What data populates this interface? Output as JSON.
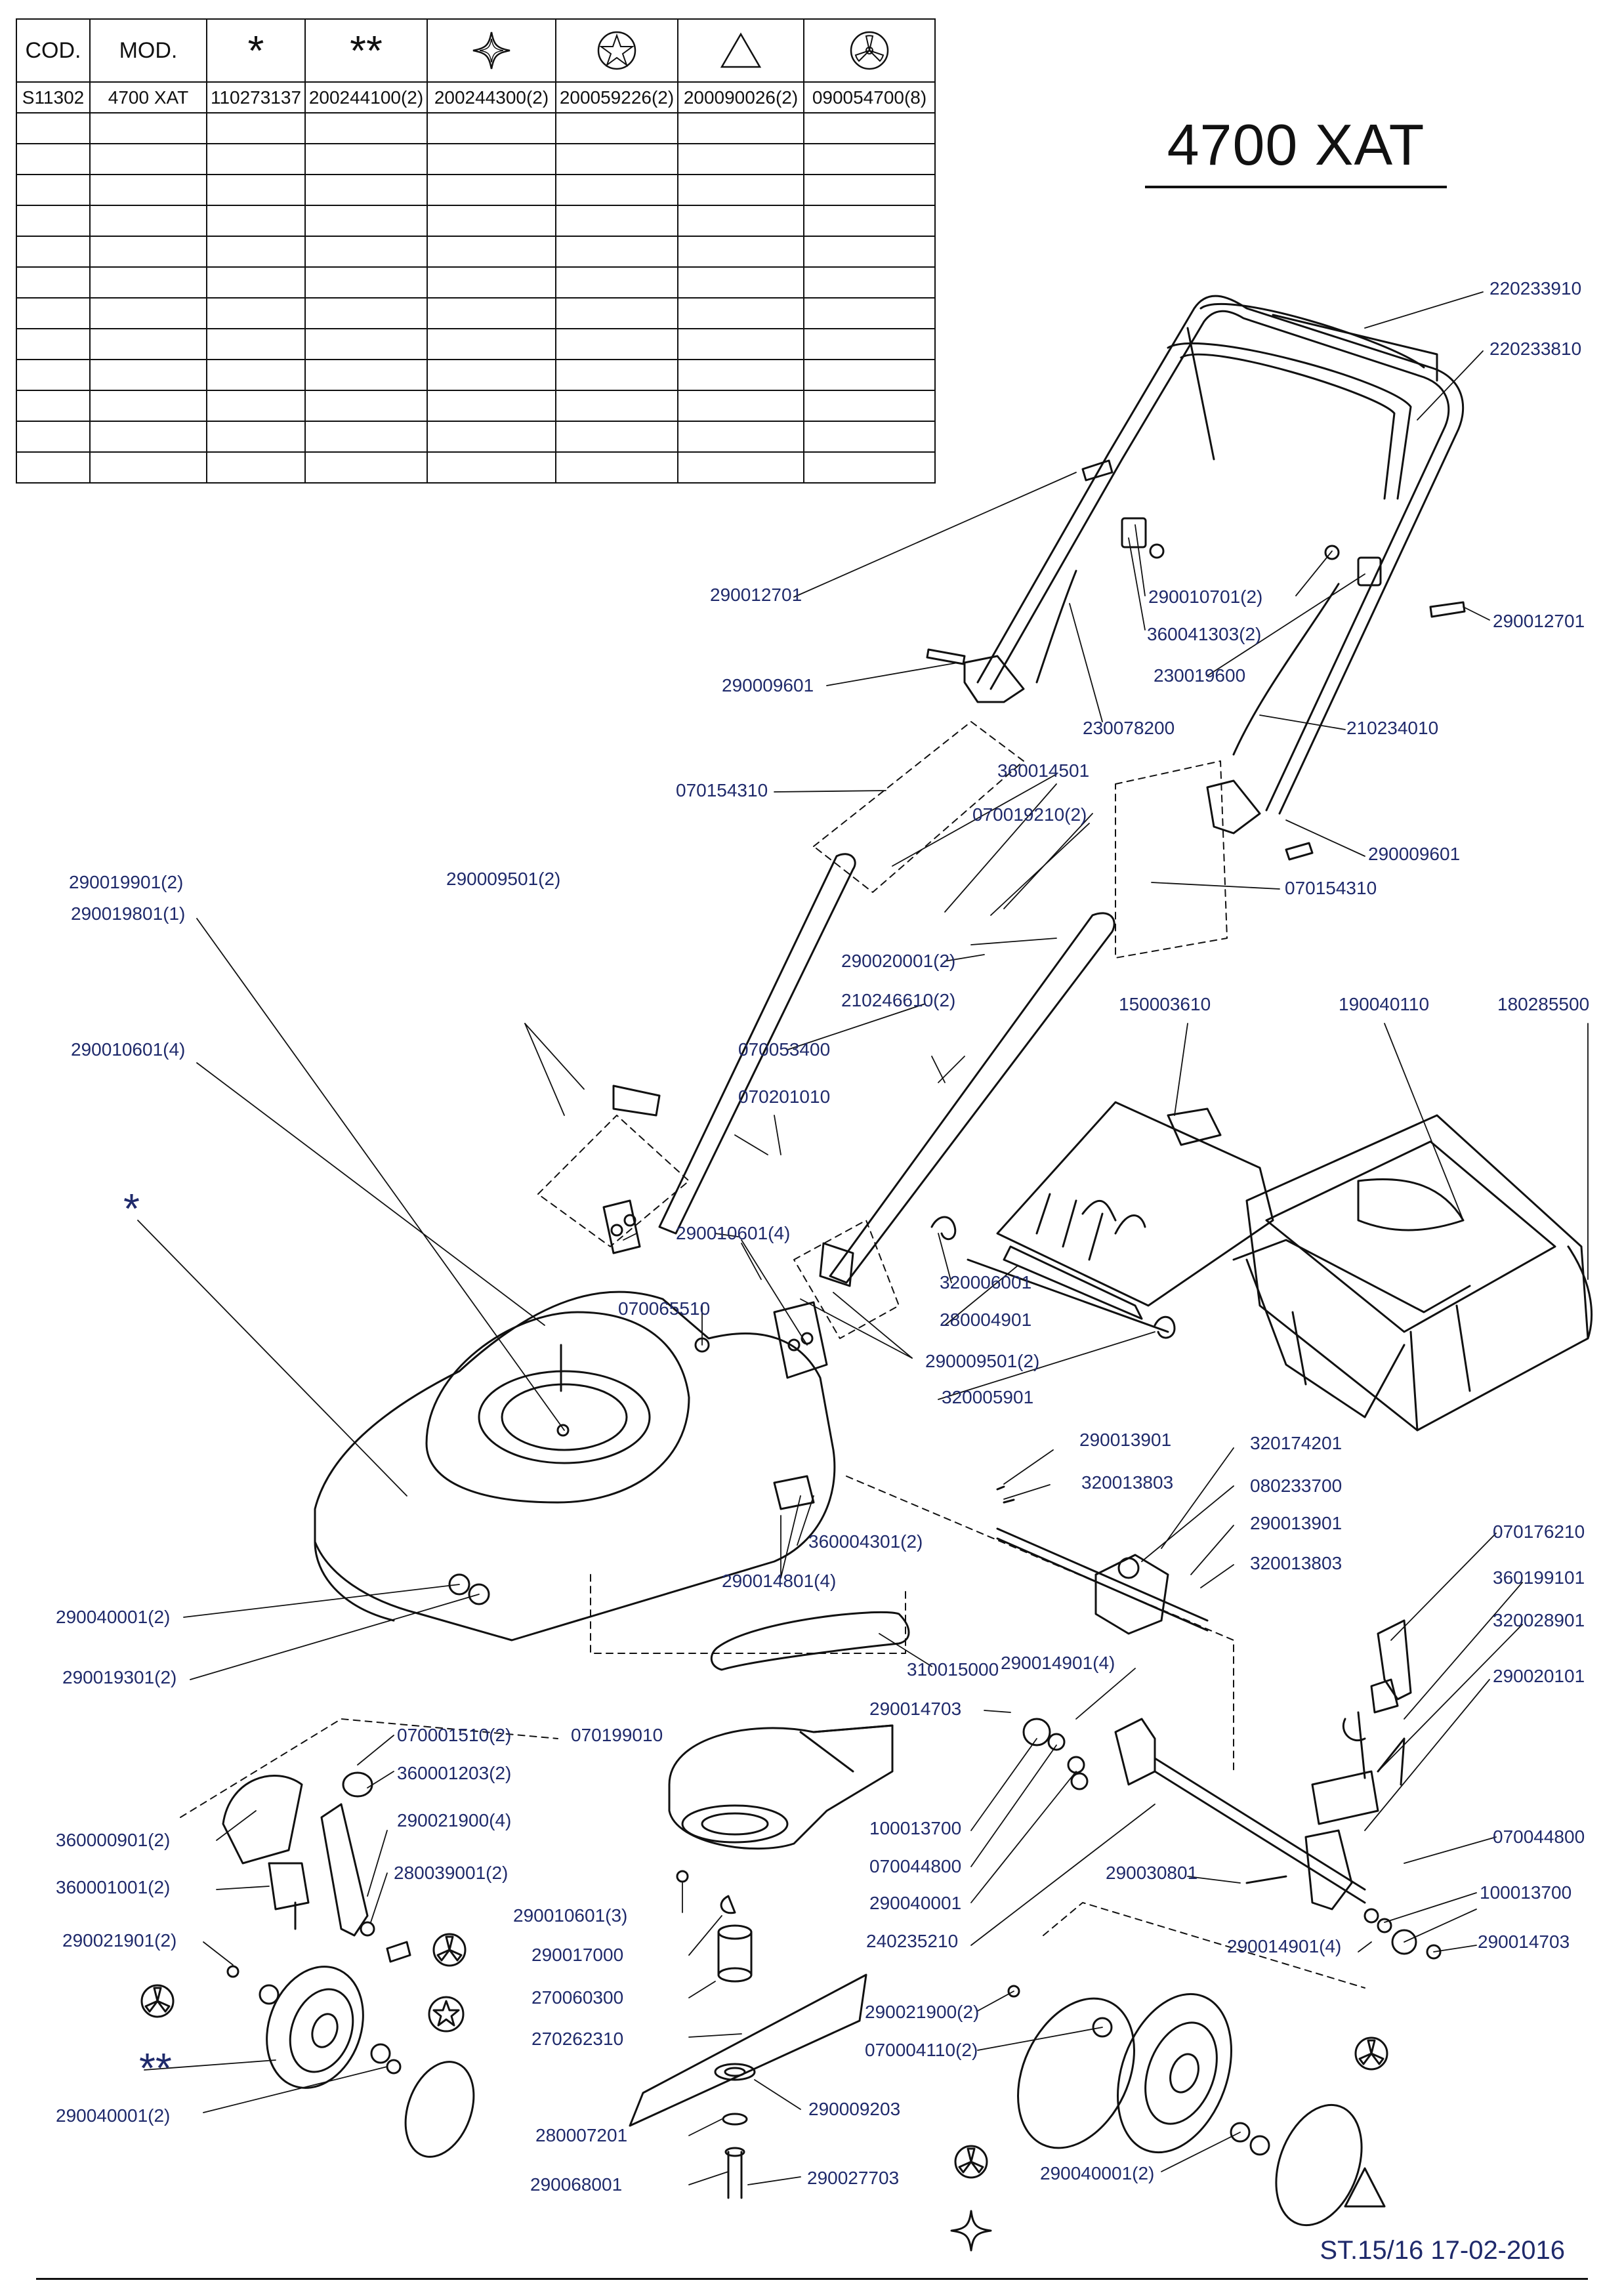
{
  "table": {
    "headers": [
      "COD.",
      "MOD."
    ],
    "symbols": [
      {
        "name": "asterisk-icon",
        "glyph": "*"
      },
      {
        "name": "double-asterisk-icon",
        "glyph": "**"
      },
      {
        "name": "four-point-star-icon"
      },
      {
        "name": "star-circle-icon"
      },
      {
        "name": "triangle-icon"
      },
      {
        "name": "tri-blade-circle-icon"
      }
    ],
    "row": [
      "S11302",
      "4700 XAT",
      "110273137",
      "200244100(2)",
      "200244300(2)",
      "200059226(2)",
      "200090026(2)",
      "090054700(8)"
    ],
    "blank_rows": 12
  },
  "title": "4700 XAT",
  "labels": {
    "l220233910": "220233910",
    "l220233810": "220233810",
    "l290012701a": "290012701",
    "l290010701": "290010701(2)",
    "l360041303": "360041303(2)",
    "l290012701b": "290012701",
    "l290009601a": "290009601",
    "l230019600": "230019600",
    "l230078200": "230078200",
    "l210234010": "210234010",
    "l070154310a": "070154310",
    "l360014501": "360014501",
    "l070019210": "070019210(2)",
    "l290009601b": "290009601",
    "l290019901": "290019901(2)",
    "l290019801": "290019801(1)",
    "l290009501a": "290009501(2)",
    "l070154310b": "070154310",
    "l290020001": "290020001(2)",
    "l210246610": "210246610(2)",
    "l150003610": "150003610",
    "l190040110": "190040110",
    "l180285500": "180285500",
    "l290010601a": "290010601(4)",
    "l070053400": "070053400",
    "l070201010": "070201010",
    "l290010601b": "290010601(4)",
    "l320006001": "320006001",
    "l070065510": "070065510",
    "l280004901": "280004901",
    "l290009501b": "290009501(2)",
    "l320005901": "320005901",
    "l290013901a": "290013901",
    "l320174201": "320174201",
    "l320013803a": "320013803",
    "l080233700": "080233700",
    "l290013901b": "290013901",
    "l070176210": "070176210",
    "l360004301": "360004301(2)",
    "l320013803b": "320013803",
    "l290014801": "290014801(4)",
    "l360199101": "360199101",
    "l290040001a": "290040001(2)",
    "l320028901": "320028901",
    "l290019301": "290019301(2)",
    "l310015000": "310015000",
    "l290014901a": "290014901(4)",
    "l290020101": "290020101",
    "l290014703a": "290014703",
    "l070001510": "070001510(2)",
    "l070199010": "070199010",
    "l360001203": "360001203(2)",
    "l360000901": "360000901(2)",
    "l290021900a": "290021900(4)",
    "l100013700a": "100013700",
    "l070044800a": "070044800",
    "l280039001": "280039001(2)",
    "l070044800b": "070044800",
    "l360001001": "360001001(2)",
    "l290030801": "290030801",
    "l290040001b": "290040001",
    "l290010601c": "290010601(3)",
    "l100013700b": "100013700",
    "l290021901": "290021901(2)",
    "l240235210": "240235210",
    "l290014901b": "290014901(4)",
    "l290014703b": "290014703",
    "l290017000": "290017000",
    "l270060300": "270060300",
    "l290021900b": "290021900(2)",
    "l070004110": "070004110(2)",
    "l270262310": "270262310",
    "l290040001c": "290040001(2)",
    "l290009203": "290009203",
    "l280007201": "280007201",
    "l290068001": "290068001",
    "l290027703": "290027703",
    "l290040001d": "290040001(2)"
  },
  "markers": {
    "single": "*",
    "double": "**"
  },
  "footer": "ST.15/16  17-02-2016"
}
